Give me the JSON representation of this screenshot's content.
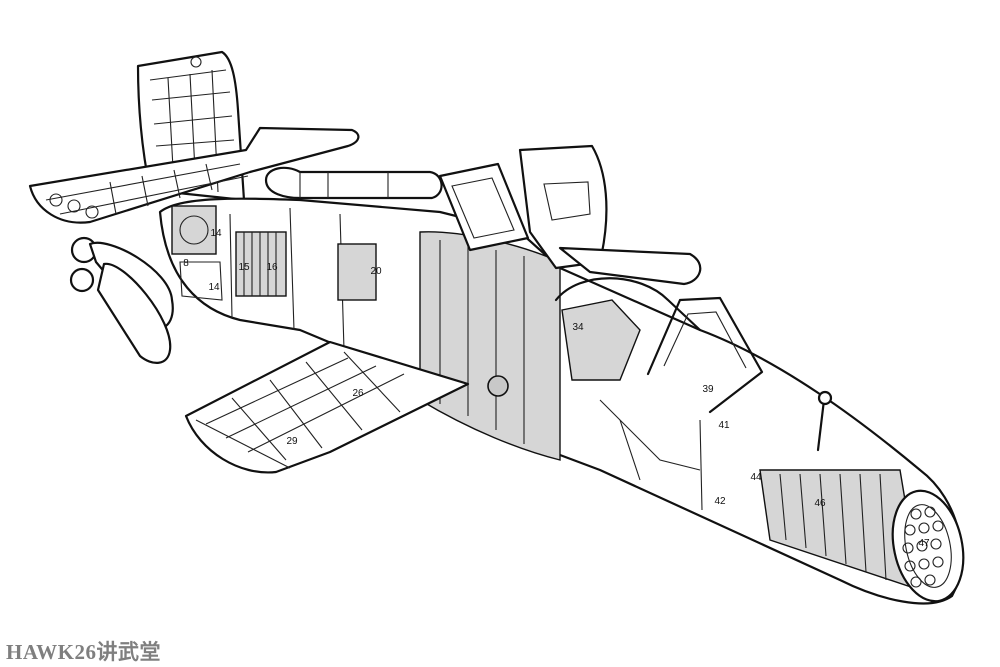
{
  "watermark": "HAWK26讲武堂",
  "part_labels": [
    "8",
    "14",
    "14",
    "15",
    "16",
    "20",
    "26",
    "29",
    "34",
    "39",
    "41",
    "42",
    "44",
    "46",
    "47"
  ]
}
